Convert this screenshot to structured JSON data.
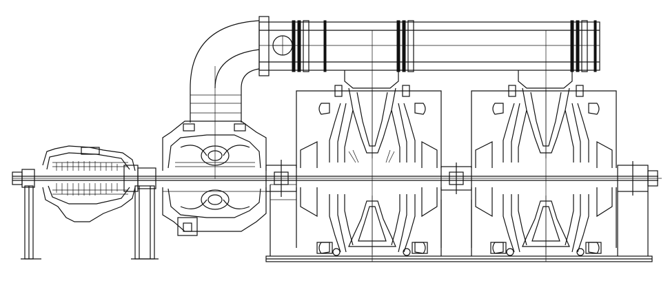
{
  "figure": {
    "kind": "steam-turbine-cross-section-drawing",
    "line_color": "#111111",
    "background_color": "#ffffff",
    "components": [
      {
        "name": "high-pressure-turbine"
      },
      {
        "name": "intermediate-pressure-turbine"
      },
      {
        "name": "crossover-pipe"
      },
      {
        "name": "low-pressure-turbine-a"
      },
      {
        "name": "low-pressure-turbine-b"
      },
      {
        "name": "bearing-pedestals"
      },
      {
        "name": "rotor-shaft"
      }
    ]
  }
}
